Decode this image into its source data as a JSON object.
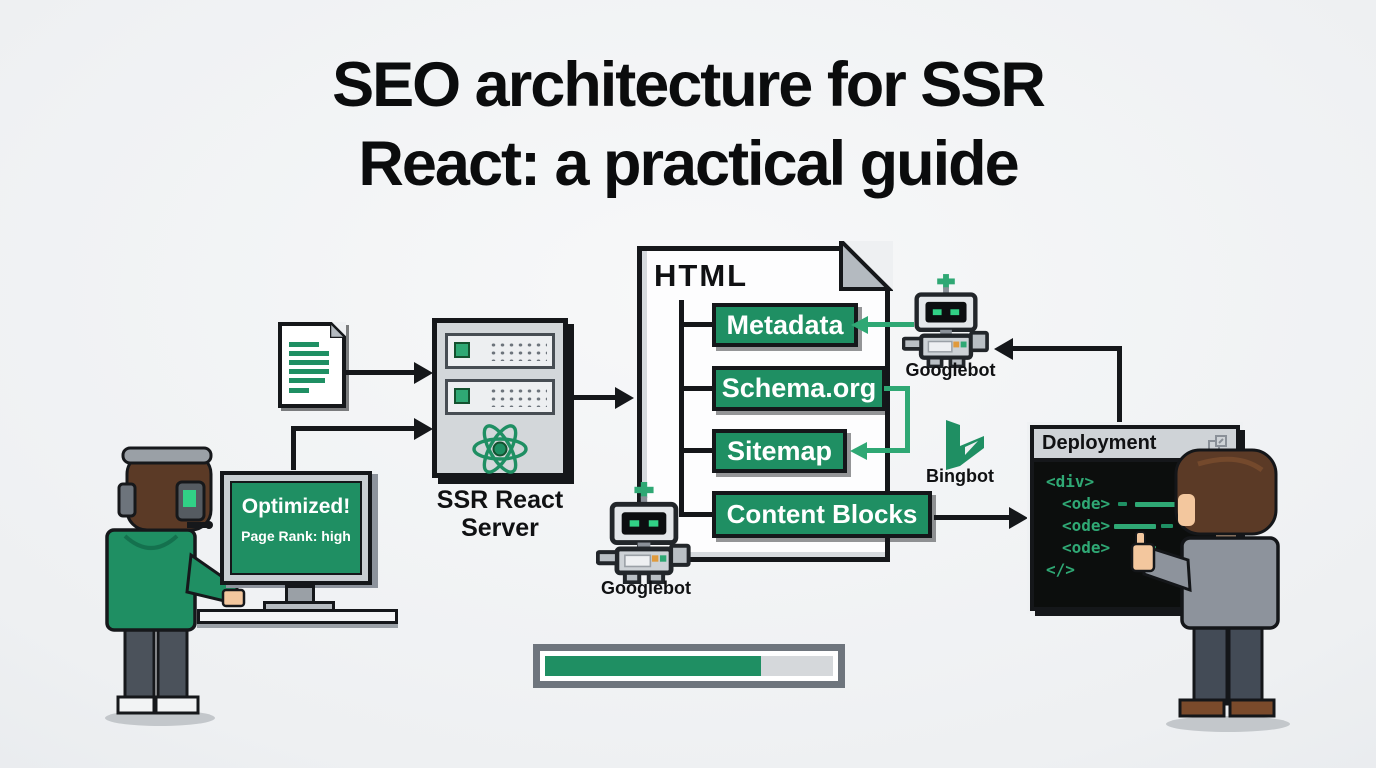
{
  "title": {
    "line1": "SEO architecture for SSR",
    "line2": "React: a practical guide"
  },
  "monitor": {
    "status": "Optimized!",
    "detail": "Page Rank: high"
  },
  "server": {
    "label": "SSR React Server"
  },
  "document_page": {
    "label": "HTML",
    "blocks": [
      "Metadata",
      "Schema.org",
      "Sitemap",
      "Content Blocks"
    ]
  },
  "bots": {
    "googlebot_top": "Googlebot",
    "googlebot_bottom": "Googlebot",
    "bingbot": "Bingbot"
  },
  "deployment": {
    "title": "Deployment",
    "code": [
      "<div>",
      "<ode>",
      "<ode>",
      "<ode>",
      "</>"
    ]
  },
  "progress": {
    "percent": 75
  },
  "colors": {
    "emerald": "#1F8F63",
    "arrow_green": "#2FA874",
    "ink": "#15171A",
    "screen_black": "#0C0E0D"
  },
  "icons": {
    "document": "page-with-green-lines",
    "server": "rack-server-with-react-atom",
    "react": "atom-orbits",
    "googlebot": "pixel-robot",
    "bingbot": "bing-b-pennant",
    "window_resize": "resize-corner-squares",
    "page_fold": "folded-corner"
  }
}
